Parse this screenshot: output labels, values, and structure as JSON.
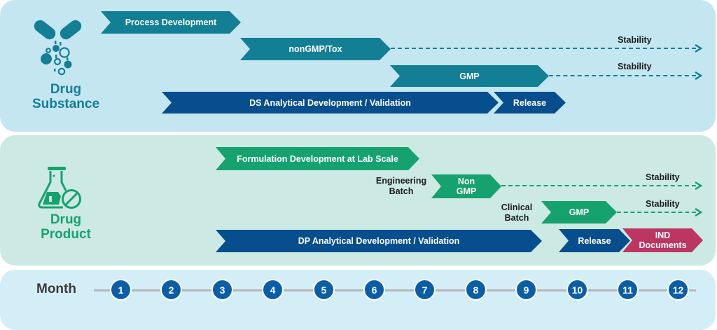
{
  "colors": {
    "ds_teal": "#137f94",
    "dp_green": "#16a26f",
    "analytical_blue": "#064e8d",
    "ind_magenta": "#bd3561",
    "month_blue": "#0a5ea8",
    "ds_panel_bg": "#c3e6f1",
    "dp_panel_bg": "#cce9e4",
    "month_panel_bg": "#d4eef7"
  },
  "drug_substance": {
    "icon": "capsule-powder-icon",
    "title_line1": "Drug",
    "title_line2": "Substance",
    "bars": {
      "process_development": "Process Development",
      "nongmp_tox": "nonGMP/Tox",
      "gmp": "GMP",
      "analytical": "DS Analytical Development / Validation",
      "release": "Release"
    },
    "stability_1": "Stability",
    "stability_2": "Stability"
  },
  "drug_product": {
    "icon": "flask-pill-icon",
    "title_line1": "Drug",
    "title_line2": "Product",
    "bars": {
      "formulation": "Formulation Development at Lab Scale",
      "non_gmp_line1": "Non",
      "non_gmp_line2": "GMP",
      "gmp": "GMP",
      "analytical": "DP Analytical Development / Validation",
      "release": "Release",
      "ind_line1": "IND",
      "ind_line2": "Documents"
    },
    "engineering_batch_line1": "Engineering",
    "engineering_batch_line2": "Batch",
    "clinical_batch_line1": "Clinical",
    "clinical_batch_line2": "Batch",
    "stability_1": "Stability",
    "stability_2": "Stability"
  },
  "timeline": {
    "label": "Month",
    "months": [
      "1",
      "2",
      "3",
      "4",
      "5",
      "6",
      "7",
      "8",
      "9",
      "10",
      "11",
      "12"
    ]
  }
}
